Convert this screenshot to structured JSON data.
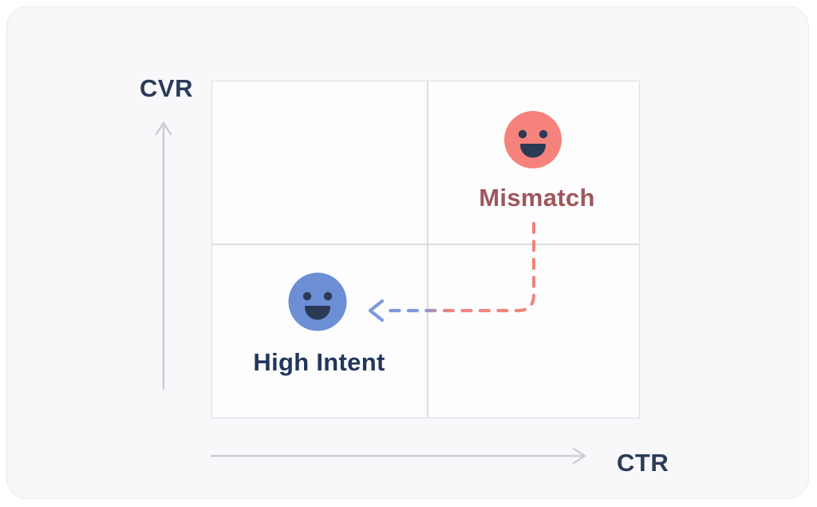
{
  "card": {
    "background": "#F8F8FB",
    "border_color": "#EAEAEF"
  },
  "axes": {
    "y_label": "CVR",
    "x_label": "CTR",
    "label_color": "#2B3A58",
    "arrow_color": "#C8CDD9"
  },
  "grid": {
    "rows": 2,
    "cols": 2,
    "line_color": "#D9DDE3",
    "fill": "#FDFDFE"
  },
  "points": [
    {
      "id": "mismatch",
      "label": "Mismatch",
      "quadrant": "top-right",
      "icon": "smiley-face",
      "face_color": "#F5837C",
      "face_features_color": "#2B3A55",
      "label_color": "#9D575C"
    },
    {
      "id": "high-intent",
      "label": "High Intent",
      "quadrant": "bottom-left",
      "icon": "smiley-face",
      "face_color": "#6C8ED5",
      "face_features_color": "#2B3A55",
      "label_color": "#22365B"
    }
  ],
  "transfer_arrow": {
    "from": "mismatch",
    "to": "high-intent",
    "style": "dashed",
    "start_color": "#F0867F",
    "end_color": "#7C9BDC"
  }
}
